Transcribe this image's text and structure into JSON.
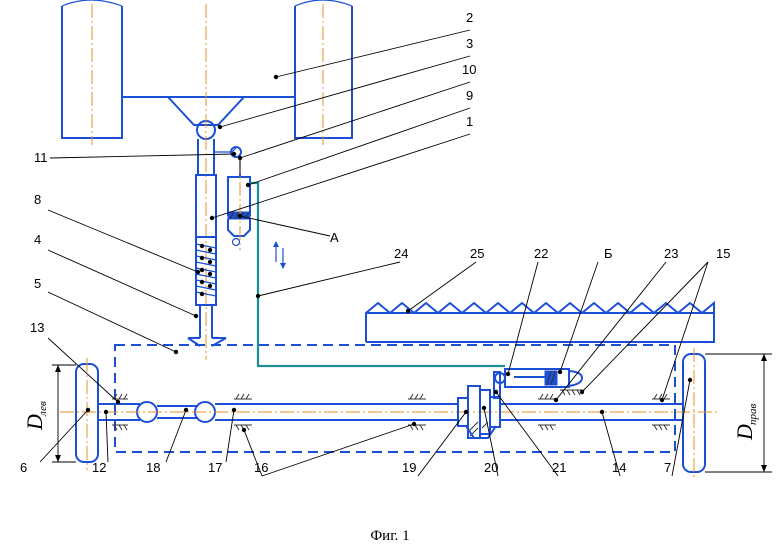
{
  "caption": "Фиг. 1",
  "labels": {
    "l1": "1",
    "l2": "2",
    "l3": "3",
    "l4": "4",
    "l5": "5",
    "l6": "6",
    "l7": "7",
    "l8": "8",
    "l9": "9",
    "l10": "10",
    "l11": "11",
    "l12": "12",
    "l13": "13",
    "l14": "14",
    "l15": "15",
    "l16": "16",
    "l17": "17",
    "l18": "18",
    "l19": "19",
    "l20": "20",
    "l21": "21",
    "l22": "22",
    "l23": "23",
    "l24": "24",
    "l25": "25",
    "lA": "А",
    "lB": "Б"
  },
  "dimensions": {
    "left_main": "D",
    "left_sub": "лев",
    "right_main": "D",
    "right_sub": "прав"
  },
  "colors": {
    "part_lines": "#1a4fd6",
    "centerlines": "#e8922a",
    "hydraulic_line": "#1b8e9a",
    "leaders": "#000000"
  }
}
